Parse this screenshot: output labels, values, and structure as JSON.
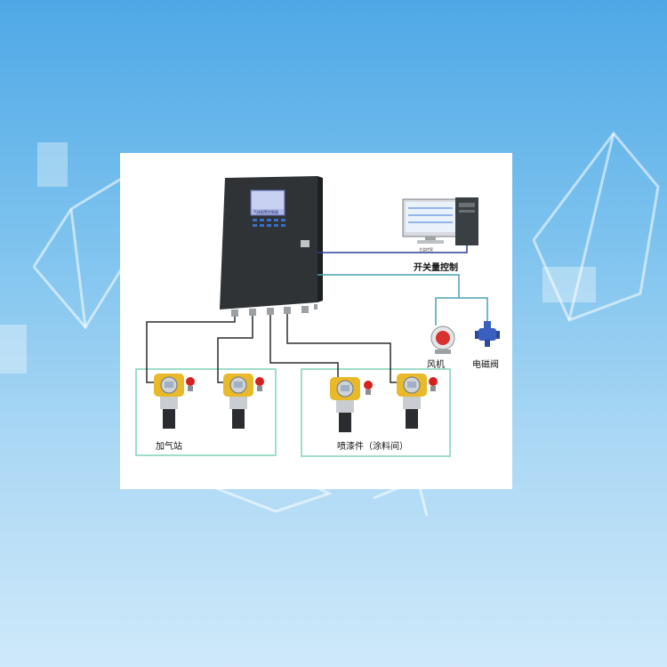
{
  "diagram": {
    "controller_screen_text": "气体报警控制器",
    "monitor_caption": "主监控室",
    "switch_control_label": "开关量控制",
    "fan_label": "风机",
    "valve_label": "电磁阀",
    "group_left_label": "加气站",
    "group_right_label": "喷漆件（涂料间）"
  },
  "colors": {
    "wire_dark": "#2b2b2b",
    "wire_blue": "#2e3f9a",
    "wire_teal": "#4aa0b4",
    "group_border": "#7fd3b7",
    "controller_body": "#2f3336"
  }
}
